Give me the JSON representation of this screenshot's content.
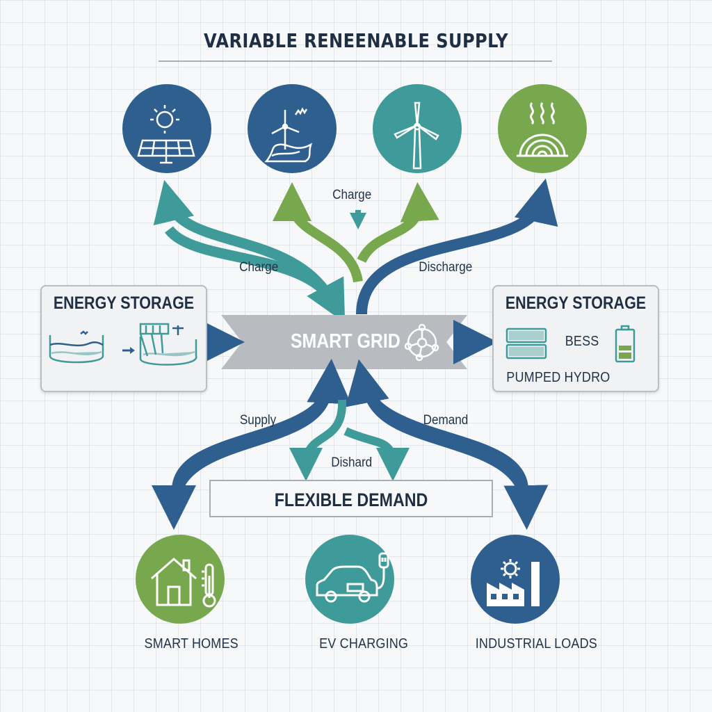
{
  "title": "VARIABLE RENEENABLE SUPPLY",
  "supply_sources": [
    {
      "icon": "solar-panel-icon",
      "color": "#2f5f8f"
    },
    {
      "icon": "wind-and-water-icon",
      "color": "#2f5f8f"
    },
    {
      "icon": "wind-turbine-icon",
      "color": "#3f9b99"
    },
    {
      "icon": "geothermal-icon",
      "color": "#78a84e"
    }
  ],
  "flow_labels": {
    "charge_top": "Charge",
    "charge_left": "Charge",
    "discharge": "Discharge",
    "supply": "Supply",
    "demand": "Demand",
    "dishard": "Dishard"
  },
  "storage_left": {
    "title": "ENERGY STORAGE",
    "icons": [
      "reservoir-lower-icon",
      "reservoir-upper-icon"
    ]
  },
  "storage_right": {
    "title": "ENERGY STORAGE",
    "bess_label": "BESS",
    "pumped_label": "PUMPED HYDRO"
  },
  "smart_grid": {
    "label": "SMART GRID",
    "icon": "network-nodes-icon"
  },
  "flexible_demand": {
    "title": "FLEXIBLE DEMAND"
  },
  "demand_nodes": [
    {
      "label": "SMART HOMES",
      "icon": "house-thermometer-icon",
      "color": "#78a84e"
    },
    {
      "label": "EV CHARGING",
      "icon": "electric-car-icon",
      "color": "#3f9b99"
    },
    {
      "label": "INDUSTRIAL LOADS",
      "icon": "factory-icon",
      "color": "#2f5f8f"
    }
  ],
  "colors": {
    "navy": "#2f5f8f",
    "teal": "#3f9b99",
    "green": "#78a84e",
    "grid_gray": "#b8bcc0"
  }
}
